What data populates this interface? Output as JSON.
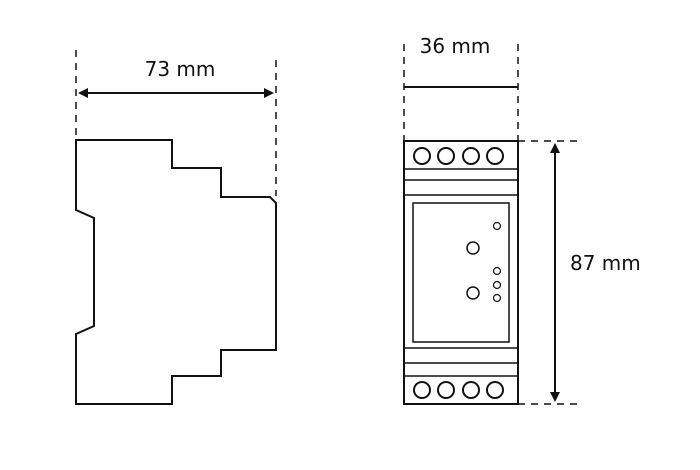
{
  "dimensions": {
    "depth_label": "73 mm",
    "width_label": "36 mm",
    "height_label": "87 mm"
  }
}
